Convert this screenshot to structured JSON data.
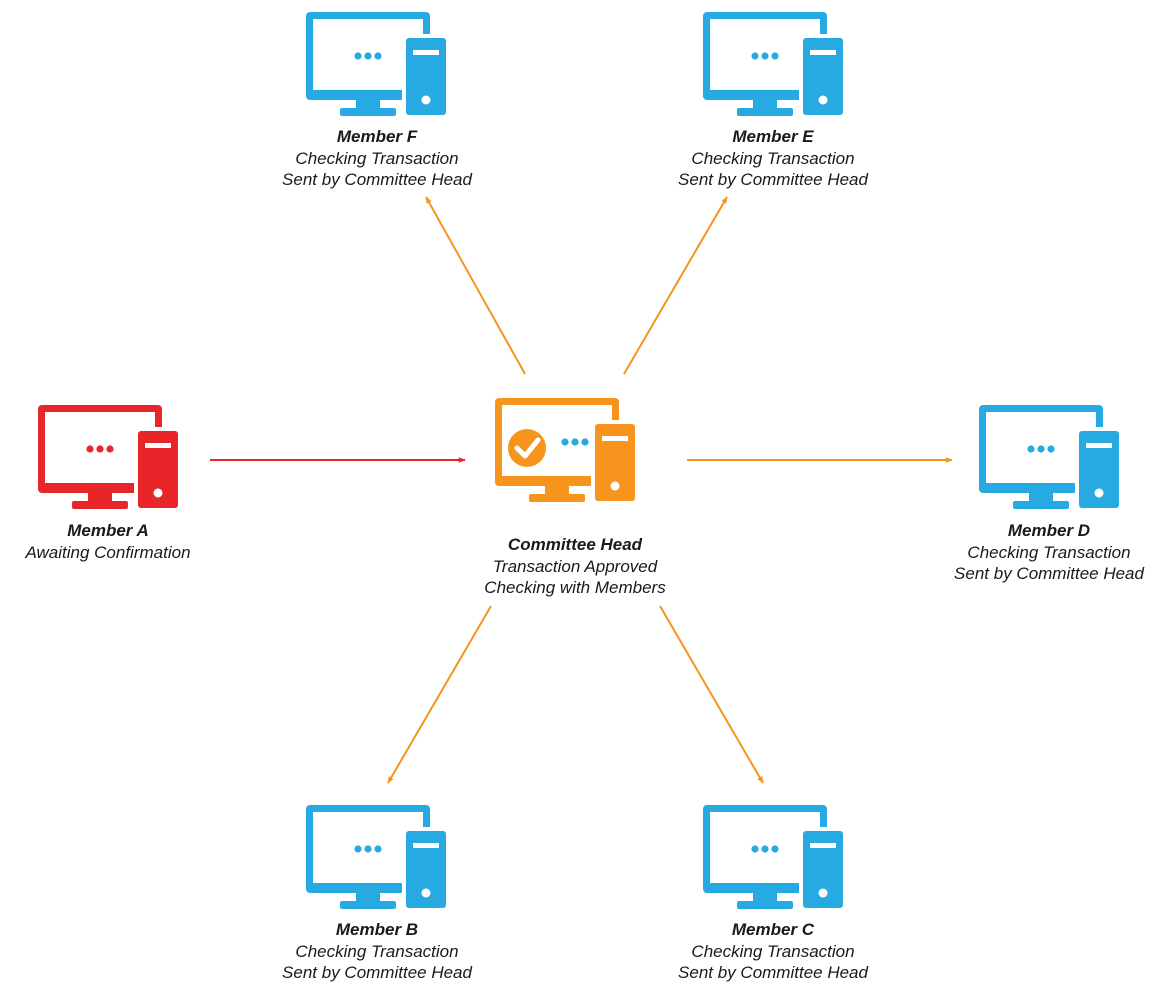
{
  "colors": {
    "blue": "#27aae1",
    "red": "#e8262a",
    "orange": "#f7941d",
    "white": "#ffffff",
    "text": "#1a1a1a"
  },
  "nodes": {
    "member_f": {
      "name": "Member F",
      "line1": "Checking Transaction",
      "line2": "Sent by Committee Head",
      "icon": "computer-icon",
      "color": "blue"
    },
    "member_e": {
      "name": "Member E",
      "line1": "Checking Transaction",
      "line2": "Sent by Committee Head",
      "icon": "computer-icon",
      "color": "blue"
    },
    "member_a": {
      "name": "Member A",
      "line1": "Awaiting Confirmation",
      "icon": "computer-icon",
      "color": "red"
    },
    "committee_head": {
      "name": "Committee Head",
      "line1": "Transaction Approved",
      "line2": "Checking with Members",
      "icon": "computer-check-icon",
      "color": "orange"
    },
    "member_d": {
      "name": "Member D",
      "line1": "Checking Transaction",
      "line2": "Sent by Committee Head",
      "icon": "computer-icon",
      "color": "blue"
    },
    "member_b": {
      "name": "Member B",
      "line1": "Checking Transaction",
      "line2": "Sent by Committee Head",
      "icon": "computer-icon",
      "color": "blue"
    },
    "member_c": {
      "name": "Member C",
      "line1": "Checking Transaction",
      "line2": "Sent by Committee Head",
      "icon": "computer-icon",
      "color": "blue"
    }
  },
  "edges": [
    {
      "from": "member_a",
      "to": "committee_head",
      "color": "red"
    },
    {
      "from": "committee_head",
      "to": "member_f",
      "color": "orange"
    },
    {
      "from": "committee_head",
      "to": "member_e",
      "color": "orange"
    },
    {
      "from": "committee_head",
      "to": "member_d",
      "color": "orange"
    },
    {
      "from": "committee_head",
      "to": "member_b",
      "color": "orange"
    },
    {
      "from": "committee_head",
      "to": "member_c",
      "color": "orange"
    }
  ]
}
